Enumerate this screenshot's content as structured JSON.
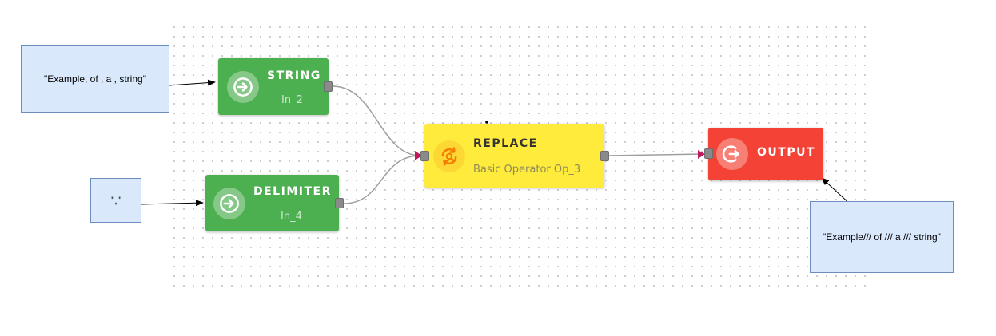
{
  "colors": {
    "input_node": "#4caf50",
    "operator_node": "#ffeb3b",
    "output_node": "#f44336",
    "note_fill": "#dae8fc",
    "note_border": "#6c8ebf",
    "port_input_marker": "#c2185b"
  },
  "notes": {
    "string_value": "\"Example, of , a , string\"",
    "delimiter_value": "\",\"",
    "output_value": "\"Example/// of /// a /// string\""
  },
  "nodes": {
    "string": {
      "title": "STRING",
      "subtitle": "In_2",
      "icon": "circled-arrow-right-icon"
    },
    "delimiter": {
      "title": "DELIMITER",
      "subtitle": "In_4",
      "icon": "circled-arrow-right-icon"
    },
    "replace": {
      "title": "REPLACE",
      "subtitle": "Basic Operator Op_3",
      "icon": "refresh-search-icon"
    },
    "output": {
      "title": "OUTPUT",
      "subtitle": "",
      "icon": "logout-icon"
    }
  }
}
